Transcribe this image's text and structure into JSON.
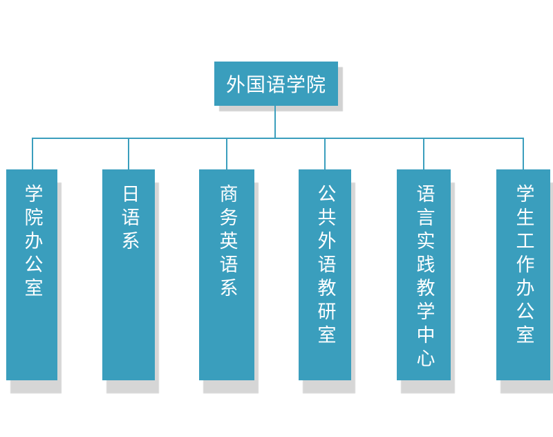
{
  "diagram": {
    "type": "org-chart",
    "root": {
      "label": "外国语学院"
    },
    "children": [
      {
        "label": "学院办公室"
      },
      {
        "label": "日语系"
      },
      {
        "label": "商务英语系"
      },
      {
        "label": "公共外语教研室"
      },
      {
        "label": "语言实践教学中心"
      },
      {
        "label": "学生工作办公室"
      }
    ]
  },
  "colors": {
    "node_fill": "#3a9ebd",
    "connector": "#3a9ebd",
    "shadow": "#d6d6d6",
    "text": "#ffffff",
    "background": "#ffffff"
  }
}
